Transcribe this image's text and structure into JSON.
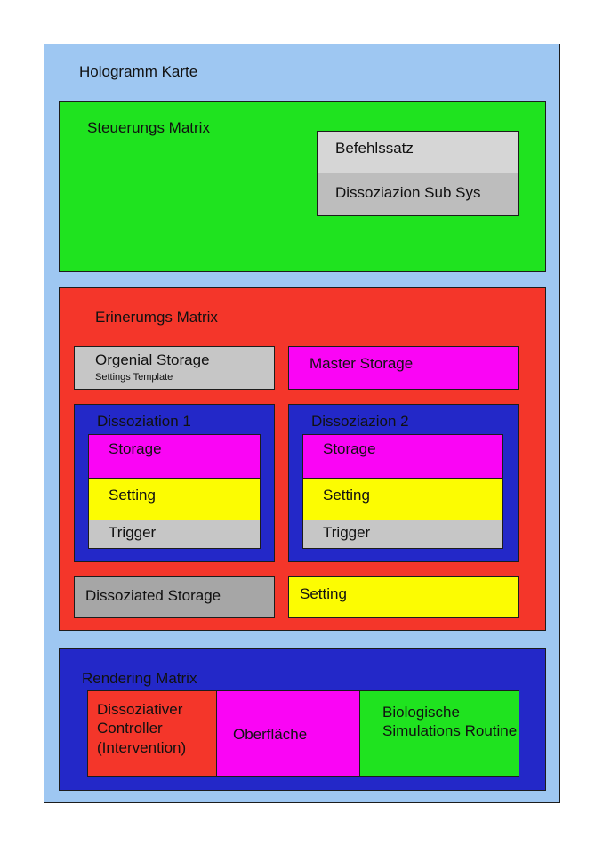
{
  "colors": {
    "outer": "#9ec7f2",
    "green": "#1fe31f",
    "red": "#f4362a",
    "blue": "#2328c8",
    "magenta": "#fa05f5",
    "yellow": "#fcfc02",
    "gray_light": "#d6d6d6",
    "gray_mid": "#bdbdbd",
    "gray_box": "#c6c6c6",
    "gray_dark": "#a6a6a6"
  },
  "diagram": {
    "title": "Hologramm Karte",
    "steuerungs": {
      "title": "Steuerungs Matrix",
      "befehlssatz": "Befehlssatz",
      "sub_sys": "Dissoziazion Sub Sys"
    },
    "erinerumgs": {
      "title": "Erinerumgs Matrix",
      "orgenial_storage": {
        "title": "Orgenial Storage",
        "subtitle": "Settings Template"
      },
      "master_storage": "Master Storage",
      "dissoziation1": {
        "title": "Dissoziation 1",
        "storage": "Storage",
        "setting": "Setting",
        "trigger": "Trigger"
      },
      "dissoziazion2": {
        "title": "Dissoziazion 2",
        "storage": "Storage",
        "setting": "Setting",
        "trigger": "Trigger"
      },
      "dissoziated_storage": "Dissoziated Storage",
      "setting": "Setting"
    },
    "rendering": {
      "title": "Rendering Matrix",
      "controller": "Dissoziativer Controller (Intervention)",
      "oberflaeche": "Oberfläche",
      "bio_routine": "Biologische Simulations Routine"
    }
  }
}
